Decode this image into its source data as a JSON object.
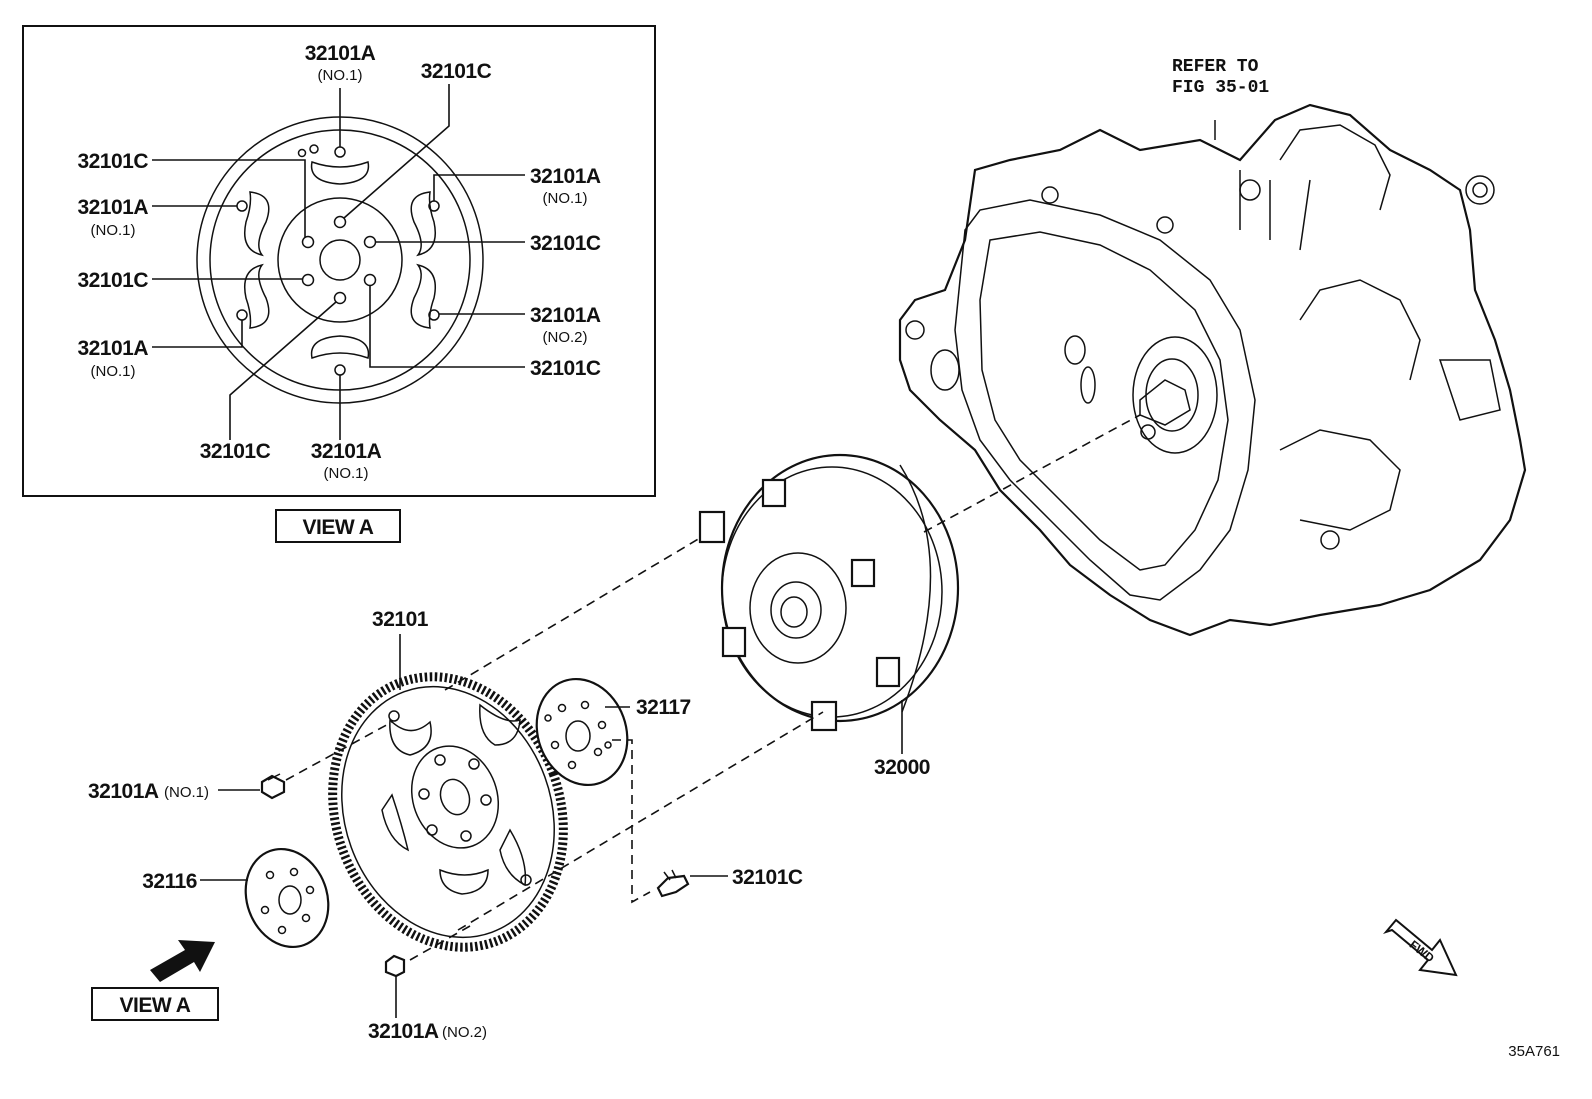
{
  "view_box_title": "VIEW A",
  "view_a_label": "VIEW A",
  "refer_line1": "REFER TO",
  "refer_line2": "FIG 35-01",
  "fwd_label": "FWD",
  "figure_code": "35A761",
  "callouts": {
    "inset_top_a": {
      "part": "32101A",
      "sub": "(NO.1)"
    },
    "inset_top_c": {
      "part": "32101C"
    },
    "inset_left_c1": {
      "part": "32101C"
    },
    "inset_left_a1": {
      "part": "32101A",
      "sub": "(NO.1)"
    },
    "inset_left_c2": {
      "part": "32101C"
    },
    "inset_left_a2": {
      "part": "32101A",
      "sub": "(NO.1)"
    },
    "inset_bottom_c": {
      "part": "32101C"
    },
    "inset_bottom_a": {
      "part": "32101A",
      "sub": "(NO.1)"
    },
    "inset_right_a1": {
      "part": "32101A",
      "sub": "(NO.1)"
    },
    "inset_right_c1": {
      "part": "32101C"
    },
    "inset_right_a2": {
      "part": "32101A",
      "sub": "(NO.2)"
    },
    "inset_right_c2": {
      "part": "32101C"
    },
    "flywheel": {
      "part": "32101"
    },
    "plate_front": {
      "part": "32117"
    },
    "torque_converter": {
      "part": "32000"
    },
    "bolt_a_no1": {
      "part": "32101A",
      "sub": "(NO.1)"
    },
    "plate_rear": {
      "part": "32116"
    },
    "bolt_c": {
      "part": "32101C"
    },
    "bolt_a_no2": {
      "part": "32101A",
      "sub": "(NO.2)"
    }
  }
}
